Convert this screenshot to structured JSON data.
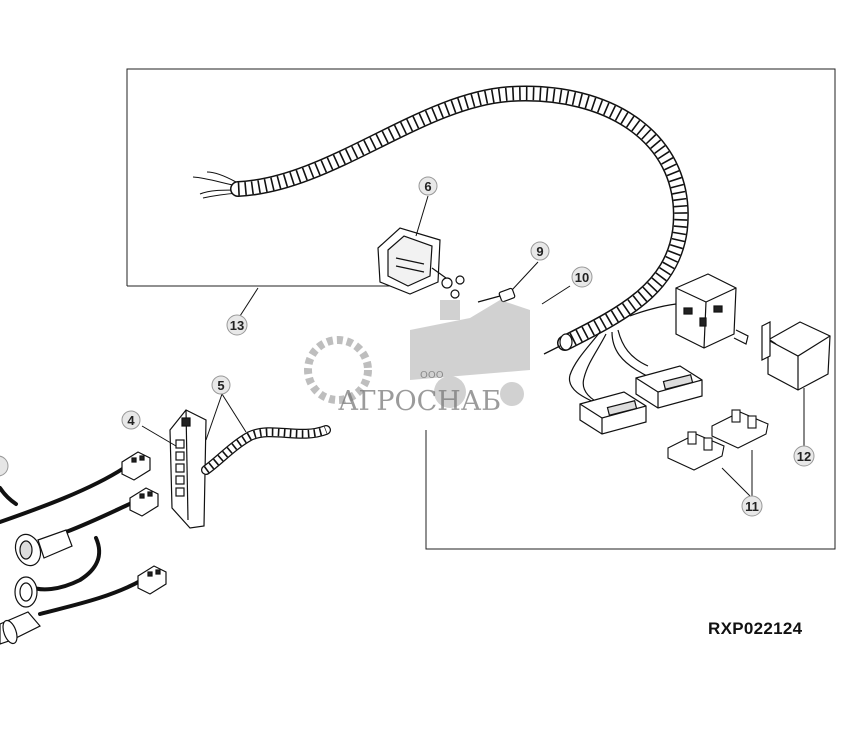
{
  "reference_code": "RXP022124",
  "callouts": {
    "c4": "4",
    "c5": "5",
    "c6": "6",
    "c9": "9",
    "c10": "10",
    "c11": "11",
    "c12": "12",
    "c13": "13"
  },
  "watermark": {
    "company": "АГРОСНАБ",
    "prefix": "ООО"
  }
}
